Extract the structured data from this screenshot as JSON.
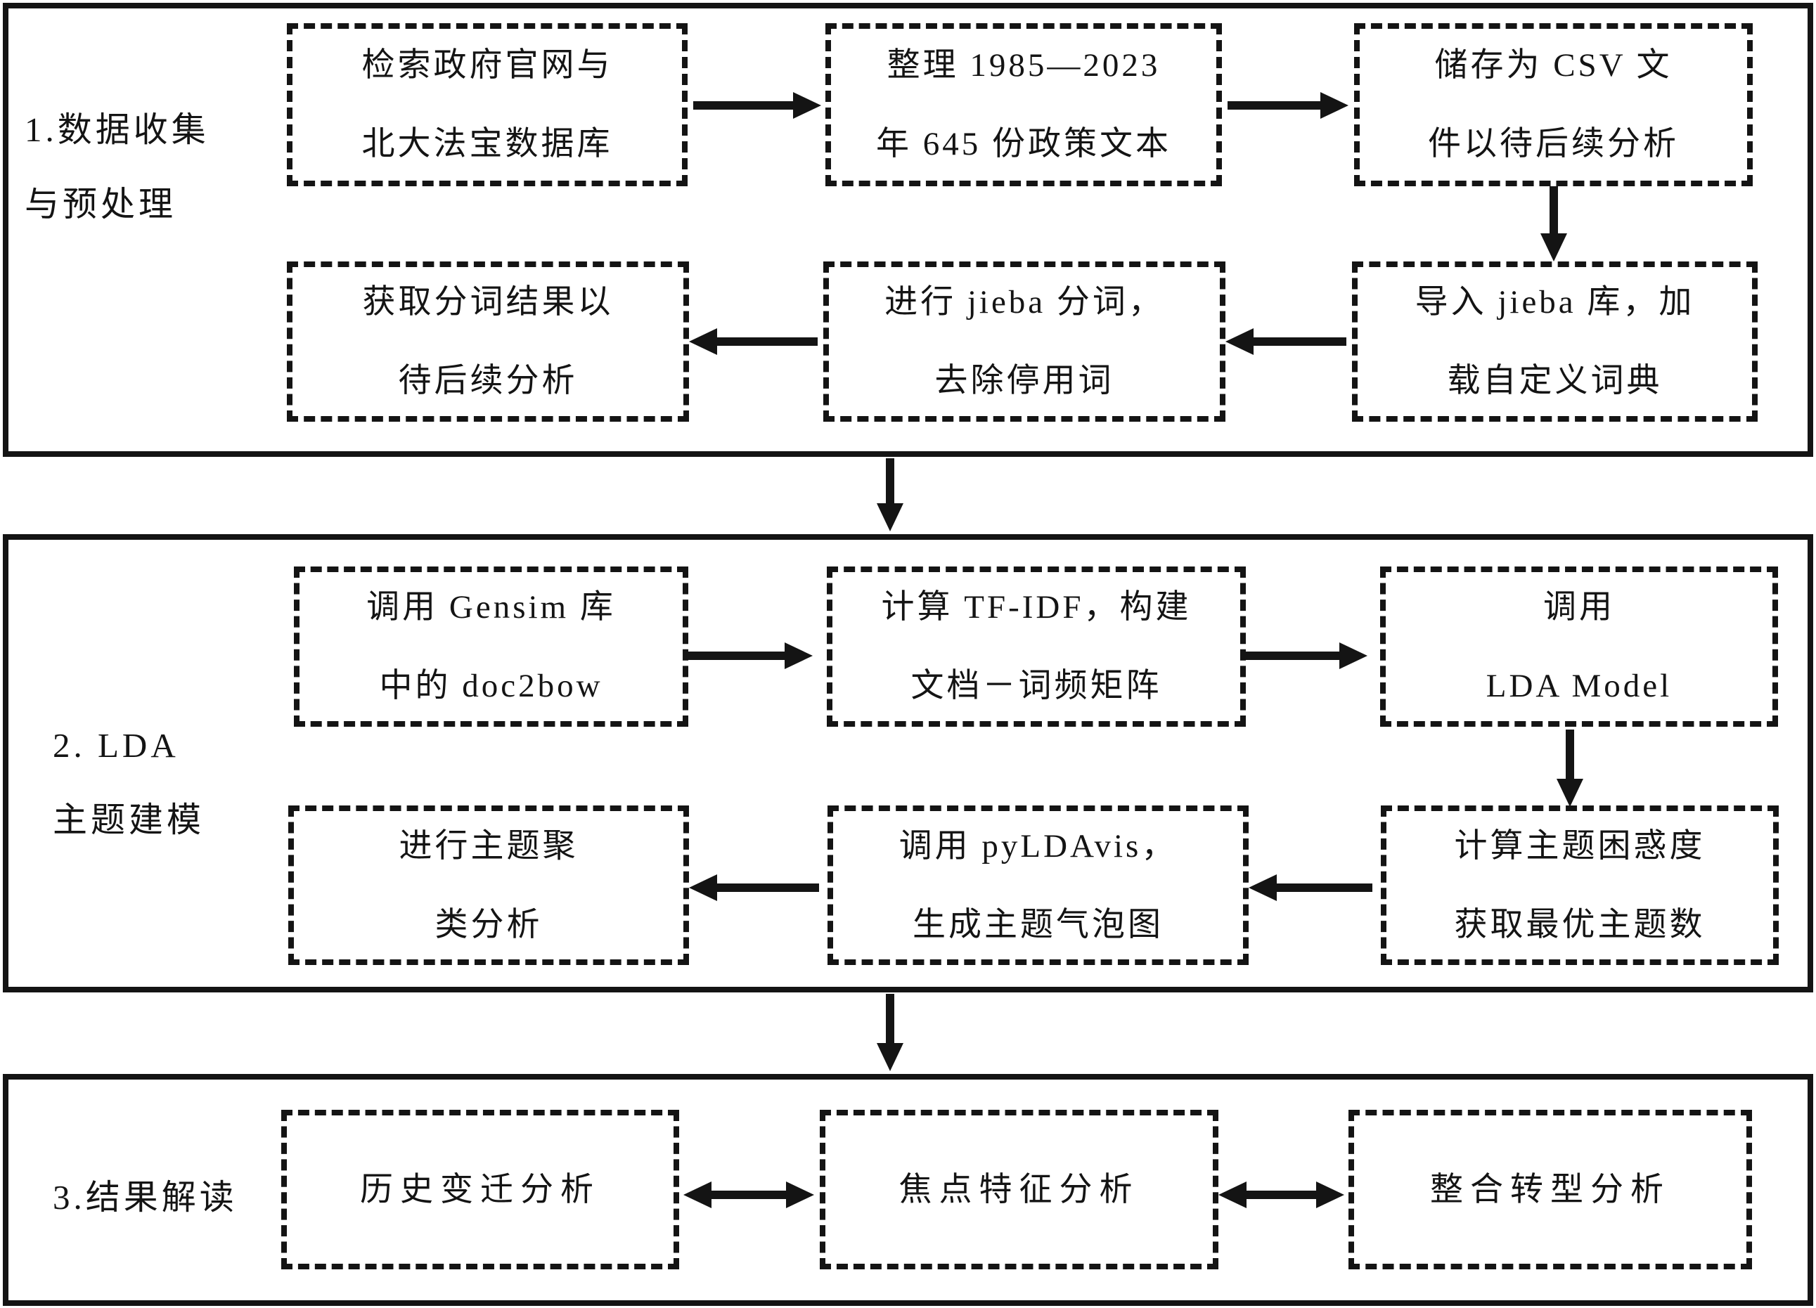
{
  "figure": {
    "kind": "flowchart",
    "language": "zh-CN"
  },
  "colors": {
    "ink": "#141414",
    "background": "#ffffff"
  },
  "icons": {
    "arrow-right": "→",
    "arrow-left": "←",
    "arrow-down": "↓",
    "arrow-double-horizontal": "↔"
  },
  "sections": [
    {
      "label": "1.数据收集\n与预处理",
      "row1": [
        "检索政府官网与\n北大法宝数据库",
        "整理 1985—2023\n年 645 份政策文本",
        "储存为 CSV 文\n件以待后续分析"
      ],
      "row2": [
        "获取分词结果以\n待后续分析",
        "进行 jieba 分词，\n去除停用词",
        "导入 jieba 库，加\n载自定义词典"
      ]
    },
    {
      "label": "2. LDA\n主题建模",
      "row1": [
        "调用 Gensim 库\n中的 doc2bow",
        "计算 TF-IDF，构建\n文档－词频矩阵",
        "调用\nLDA Model"
      ],
      "row2": [
        "进行主题聚\n类分析",
        "调用 pyLDAvis，\n生成主题气泡图",
        "计算主题困惑度\n获取最优主题数"
      ]
    },
    {
      "label": "3.结果解读",
      "row1": [
        "历史变迁分析",
        "焦点特征分析",
        "整合转型分析"
      ]
    }
  ]
}
